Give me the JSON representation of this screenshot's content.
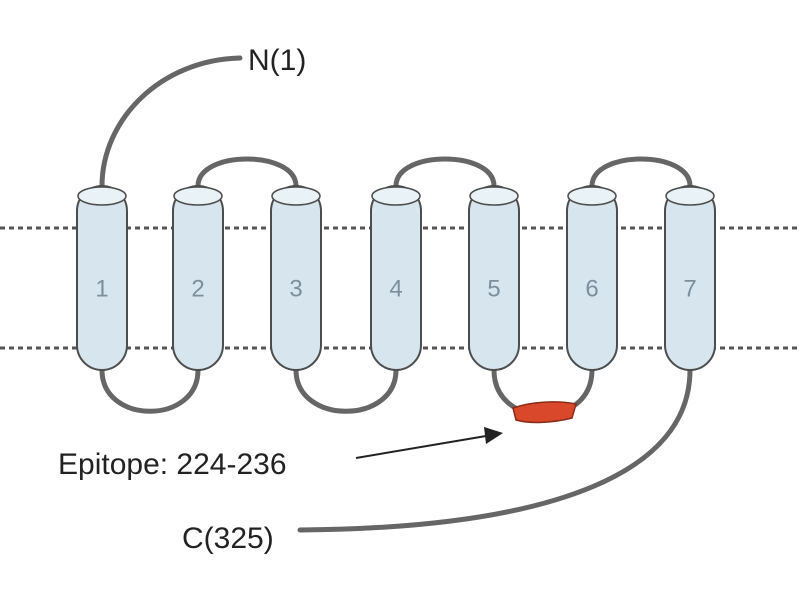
{
  "diagram": {
    "helices": [
      {
        "label": "1"
      },
      {
        "label": "2"
      },
      {
        "label": "3"
      },
      {
        "label": "4"
      },
      {
        "label": "5"
      },
      {
        "label": "6"
      },
      {
        "label": "7"
      }
    ],
    "n_terminus_label": "N(1)",
    "c_terminus_label": "C(325)",
    "epitope_label": "Epitope: 224-236",
    "colors": {
      "helix_fill": "#d7e6ee",
      "helix_top": "#e9f2f6",
      "helix_stroke": "#4d4d4d",
      "loop": "#666666",
      "membrane_line": "#555555",
      "epitope": "#d9482b",
      "text": "#222222"
    }
  }
}
